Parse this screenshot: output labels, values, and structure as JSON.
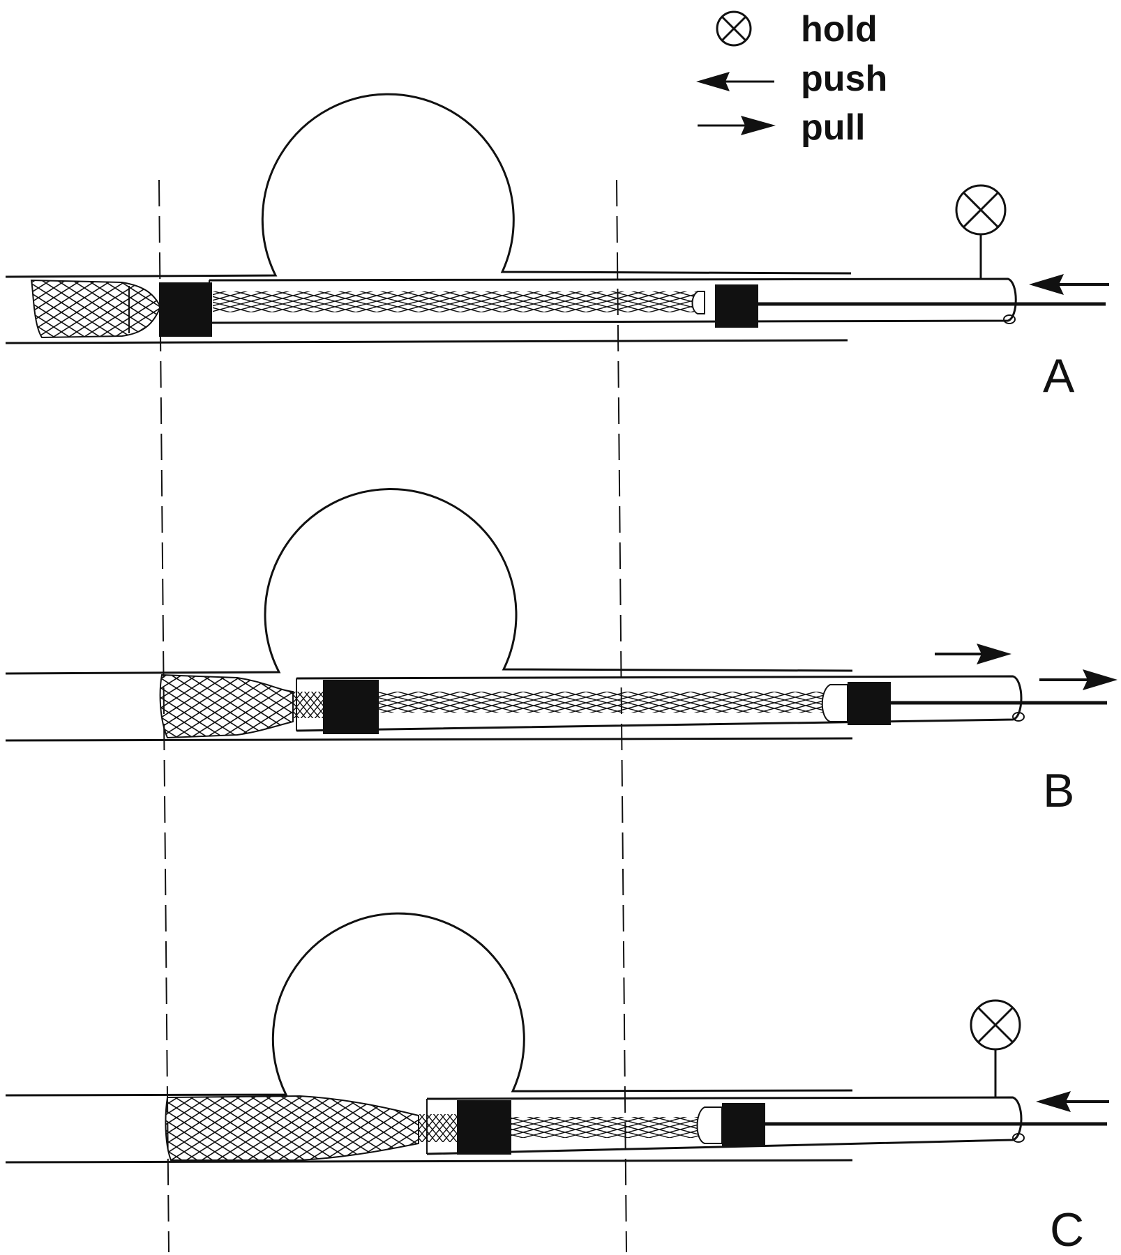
{
  "legend": {
    "items": [
      {
        "symbol": "hold-icon",
        "label": "hold"
      },
      {
        "symbol": "push-arrow-icon",
        "label": "push"
      },
      {
        "symbol": "pull-arrow-icon",
        "label": "pull"
      }
    ]
  },
  "panels": [
    {
      "label": "A",
      "actions": [
        "hold",
        "push"
      ]
    },
    {
      "label": "B",
      "actions": [
        "pull",
        "pull"
      ]
    },
    {
      "label": "C",
      "actions": [
        "hold",
        "push"
      ]
    }
  ],
  "colors": {
    "ink": "#111111",
    "background": "#ffffff"
  }
}
